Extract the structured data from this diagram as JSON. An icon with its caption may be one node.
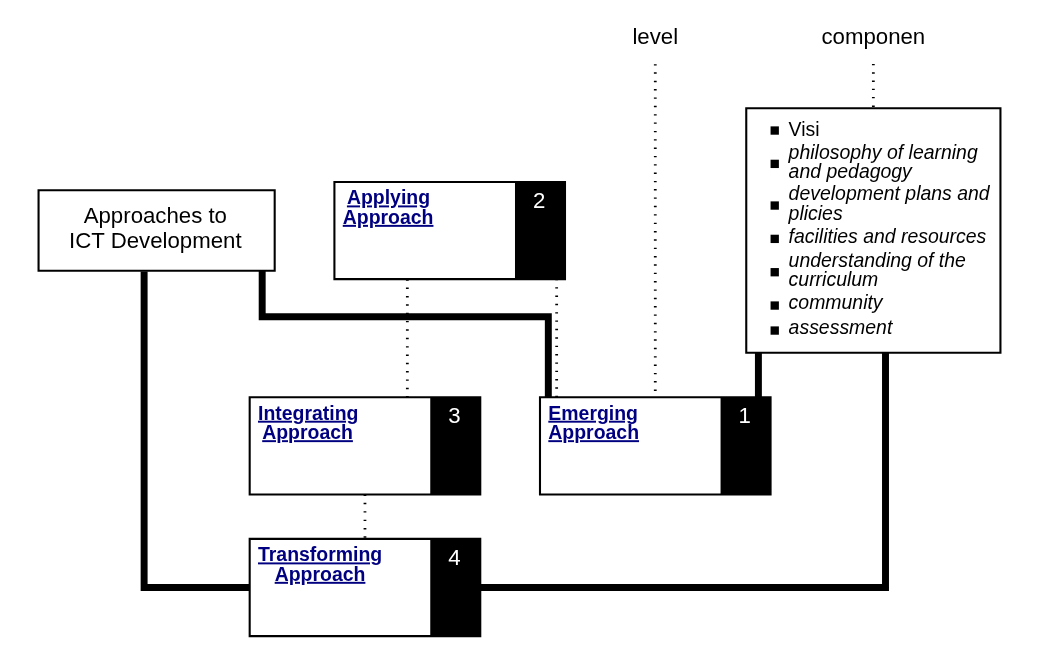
{
  "diagram": {
    "nodes": [
      {
        "text": [
          "Approaches to ICT Development"
        ]
      },
      {
        "text": [
          "Emerging Approach",
          "1"
        ]
      },
      {
        "text": [
          "Applying Approach",
          "2"
        ]
      },
      {
        "text": [
          "Integrating Approach",
          "3"
        ]
      },
      {
        "text": [
          "Transforming Approach",
          "4"
        ]
      },
      {
        "text": [
          "Visi",
          "philosophy of learning and pedagogy",
          "development plans and plicies",
          "facilities and resources",
          "understanding of the curriculum",
          "community",
          "assessment"
        ]
      },
      {
        "text": [
          "level"
        ]
      },
      {
        "text": [
          "componen"
        ]
      }
    ],
    "edges": [
      {
        "from": 6,
        "to": 1,
        "arrow": "none",
        "style": "dashed"
      },
      {
        "from": 7,
        "to": 5,
        "arrow": "none",
        "style": "dashed"
      },
      {
        "from": 0,
        "to": 1,
        "arrow": "none",
        "style": "thick"
      },
      {
        "from": 1,
        "to": 5,
        "arrow": "none",
        "style": "thick"
      },
      {
        "from": 1,
        "to": 2,
        "arrow": "none",
        "style": "dashed"
      },
      {
        "from": 2,
        "to": 3,
        "arrow": "none",
        "style": "dashed"
      },
      {
        "from": 3,
        "to": 4,
        "arrow": "none",
        "style": "dashed"
      },
      {
        "from": 0,
        "to": 4,
        "arrow": "none",
        "style": "thick"
      },
      {
        "from": 4,
        "to": 5,
        "arrow": "none",
        "style": "thick"
      }
    ]
  }
}
